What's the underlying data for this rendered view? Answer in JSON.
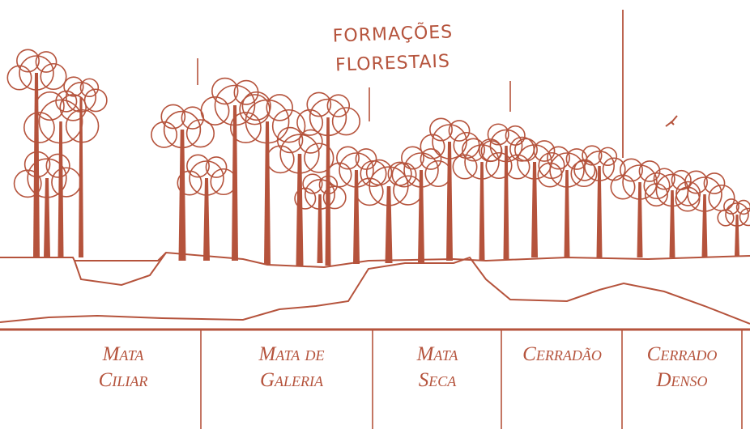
{
  "title": {
    "line1": "FORMAÇÕES",
    "line2": "FLORESTAIS"
  },
  "zones": [
    {
      "line1": "Mata",
      "line2": "Ciliar"
    },
    {
      "line1": "Mata de",
      "line2": "Galeria"
    },
    {
      "line1": "Mata",
      "line2": "Seca"
    },
    {
      "line1": "Cerradão",
      "line2": ""
    },
    {
      "line1": "Cerrado",
      "line2": "Denso"
    }
  ],
  "colors": {
    "ink": "#b5533c",
    "background": "#ffffff"
  }
}
